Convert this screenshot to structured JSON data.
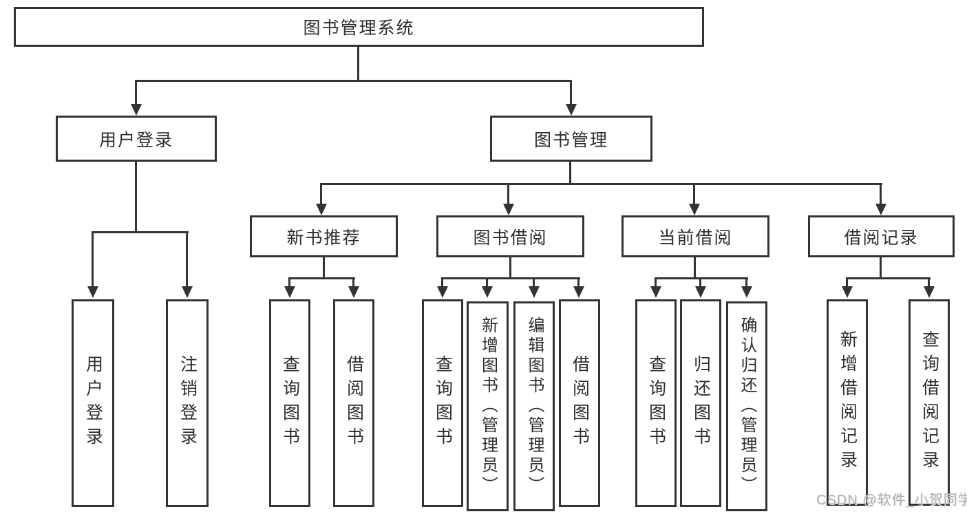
{
  "colors": {
    "line": "#333333",
    "text": "#2d2d2d",
    "background": "#ffffff",
    "watermark": "#b0b0b0"
  },
  "watermark": {
    "text": "CSDN @软件_小贺同学"
  },
  "tree": {
    "root": {
      "label": "图书管理系统",
      "children": [
        {
          "label": "用户登录",
          "children": [
            {
              "label": "用户登录"
            },
            {
              "label": "注销登录"
            }
          ]
        },
        {
          "label": "图书管理",
          "children": [
            {
              "label": "新书推荐",
              "children": [
                {
                  "label": "查询图书"
                },
                {
                  "label": "借阅图书"
                }
              ]
            },
            {
              "label": "图书借阅",
              "children": [
                {
                  "label": "查询图书"
                },
                {
                  "label": "新增图书（管理员）"
                },
                {
                  "label": "编辑图书（管理员）"
                },
                {
                  "label": "借阅图书"
                }
              ]
            },
            {
              "label": "当前借阅",
              "children": [
                {
                  "label": "查询图书"
                },
                {
                  "label": "归还图书"
                },
                {
                  "label": "确认归还（管理员）"
                }
              ]
            },
            {
              "label": "借阅记录",
              "children": [
                {
                  "label": "新增借阅记录"
                },
                {
                  "label": "查询借阅记录"
                }
              ]
            }
          ]
        }
      ]
    }
  }
}
